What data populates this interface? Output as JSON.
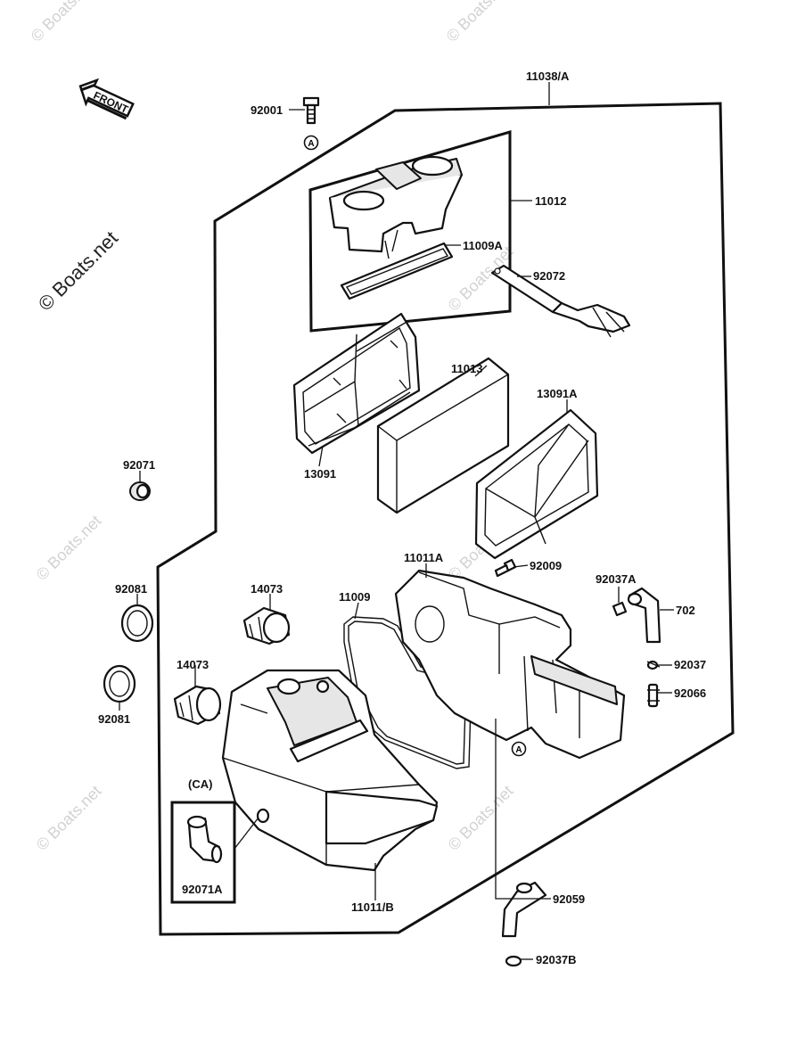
{
  "front_label": "FRONT",
  "watermarks": {
    "main": "© Boats.net",
    "tile": "© Boats.net"
  },
  "labels": {
    "p11038A": "11038/A",
    "p92001": "92001",
    "p11012": "11012",
    "p11009A": "11009A",
    "p92072": "92072",
    "p11013": "11013",
    "p13091A": "13091A",
    "p13091": "13091",
    "p92071": "92071",
    "p11011A": "11011A",
    "p92009": "92009",
    "p92037A": "92037A",
    "p702": "702",
    "p92081a": "92081",
    "p14073a": "14073",
    "p11009": "11009",
    "p14073b": "14073",
    "p92037": "92037",
    "p92066": "92066",
    "p92081b": "92081",
    "pCA": "(CA)",
    "p92071A": "92071A",
    "p11011B": "11011/B",
    "p92059": "92059",
    "p92037B": "92037B"
  },
  "callouts": {
    "refA_top": "A",
    "refA_lower": "A"
  }
}
